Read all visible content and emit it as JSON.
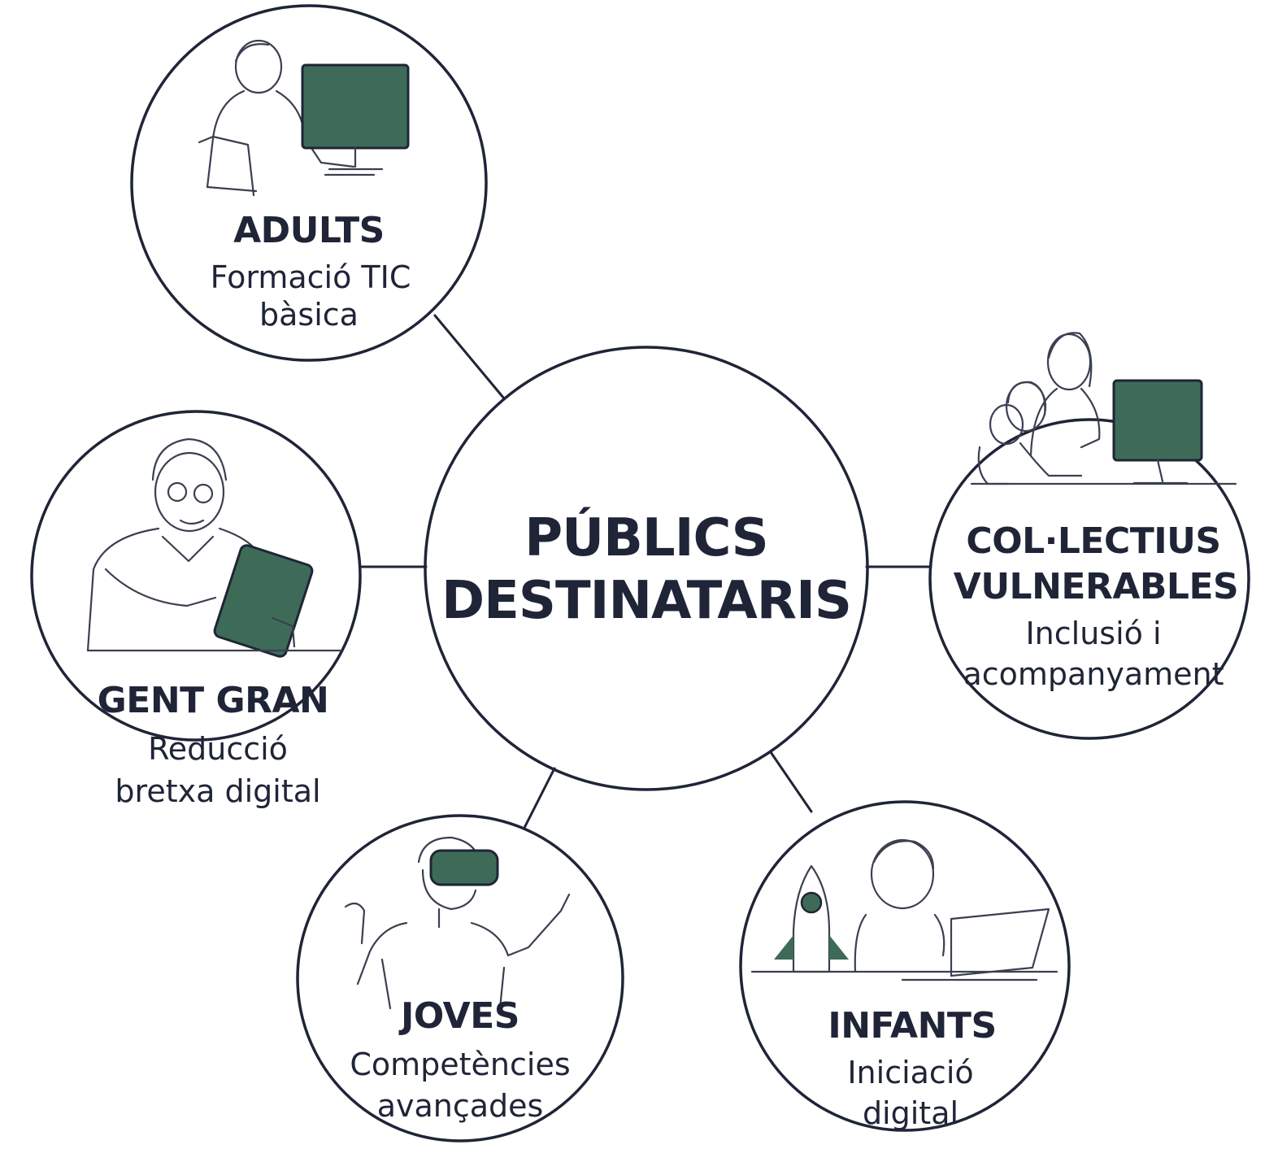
{
  "center": {
    "line1": "PÚBLICS",
    "line2": "DESTINATARIS"
  },
  "groups": {
    "adults": {
      "title": "ADULTS",
      "line1": "Formació TIC",
      "line2": "bàsica",
      "icon": "adult-at-computer-icon"
    },
    "gent_gran": {
      "title": "GENT GRAN",
      "line1": "Reducció",
      "line2": "bretxa digital",
      "icon": "elderly-with-tablet-icon"
    },
    "collectius": {
      "title1": "COL·LECTIUS",
      "title2": "VULNERABLES",
      "line1": "Inclusió i",
      "line2": "acompanyament",
      "icon": "group-at-computer-icon"
    },
    "joves": {
      "title": "JOVES",
      "line1": "Competències",
      "line2": "avançades",
      "icon": "vr-headset-user-icon"
    },
    "infants": {
      "title": "INFANTS",
      "line1": "Iniciació",
      "line2": "digital",
      "icon": "child-laptop-rocket-icon"
    }
  },
  "colors": {
    "ink": "#1f2537",
    "screen": "#3e6b58",
    "background": "#ffffff"
  }
}
